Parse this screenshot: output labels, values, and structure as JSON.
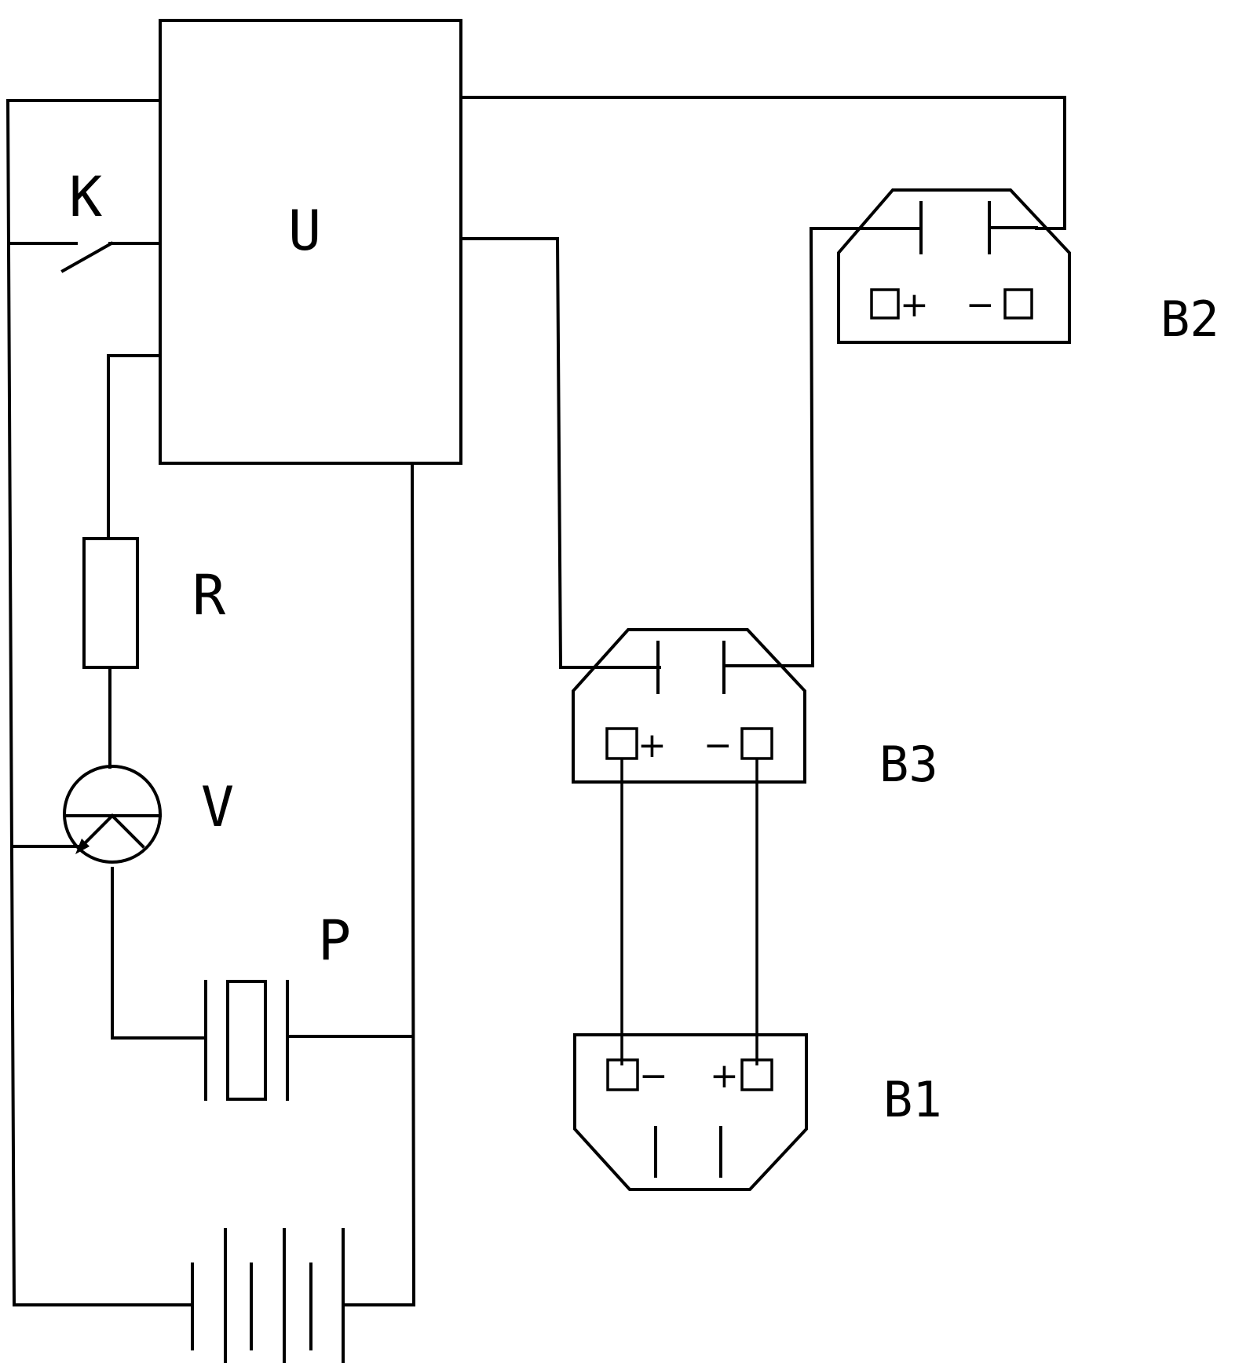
{
  "labels": {
    "controller": "U",
    "switch": "K",
    "resistor": "R",
    "transistor": "V",
    "piezo": "P",
    "connector_top": "B2",
    "connector_middle": "B3",
    "connector_bottom": "B1"
  },
  "terminal_signs": {
    "plus": "+",
    "minus": "−"
  },
  "colors": {
    "line": "#000000",
    "background": "#ffffff"
  }
}
